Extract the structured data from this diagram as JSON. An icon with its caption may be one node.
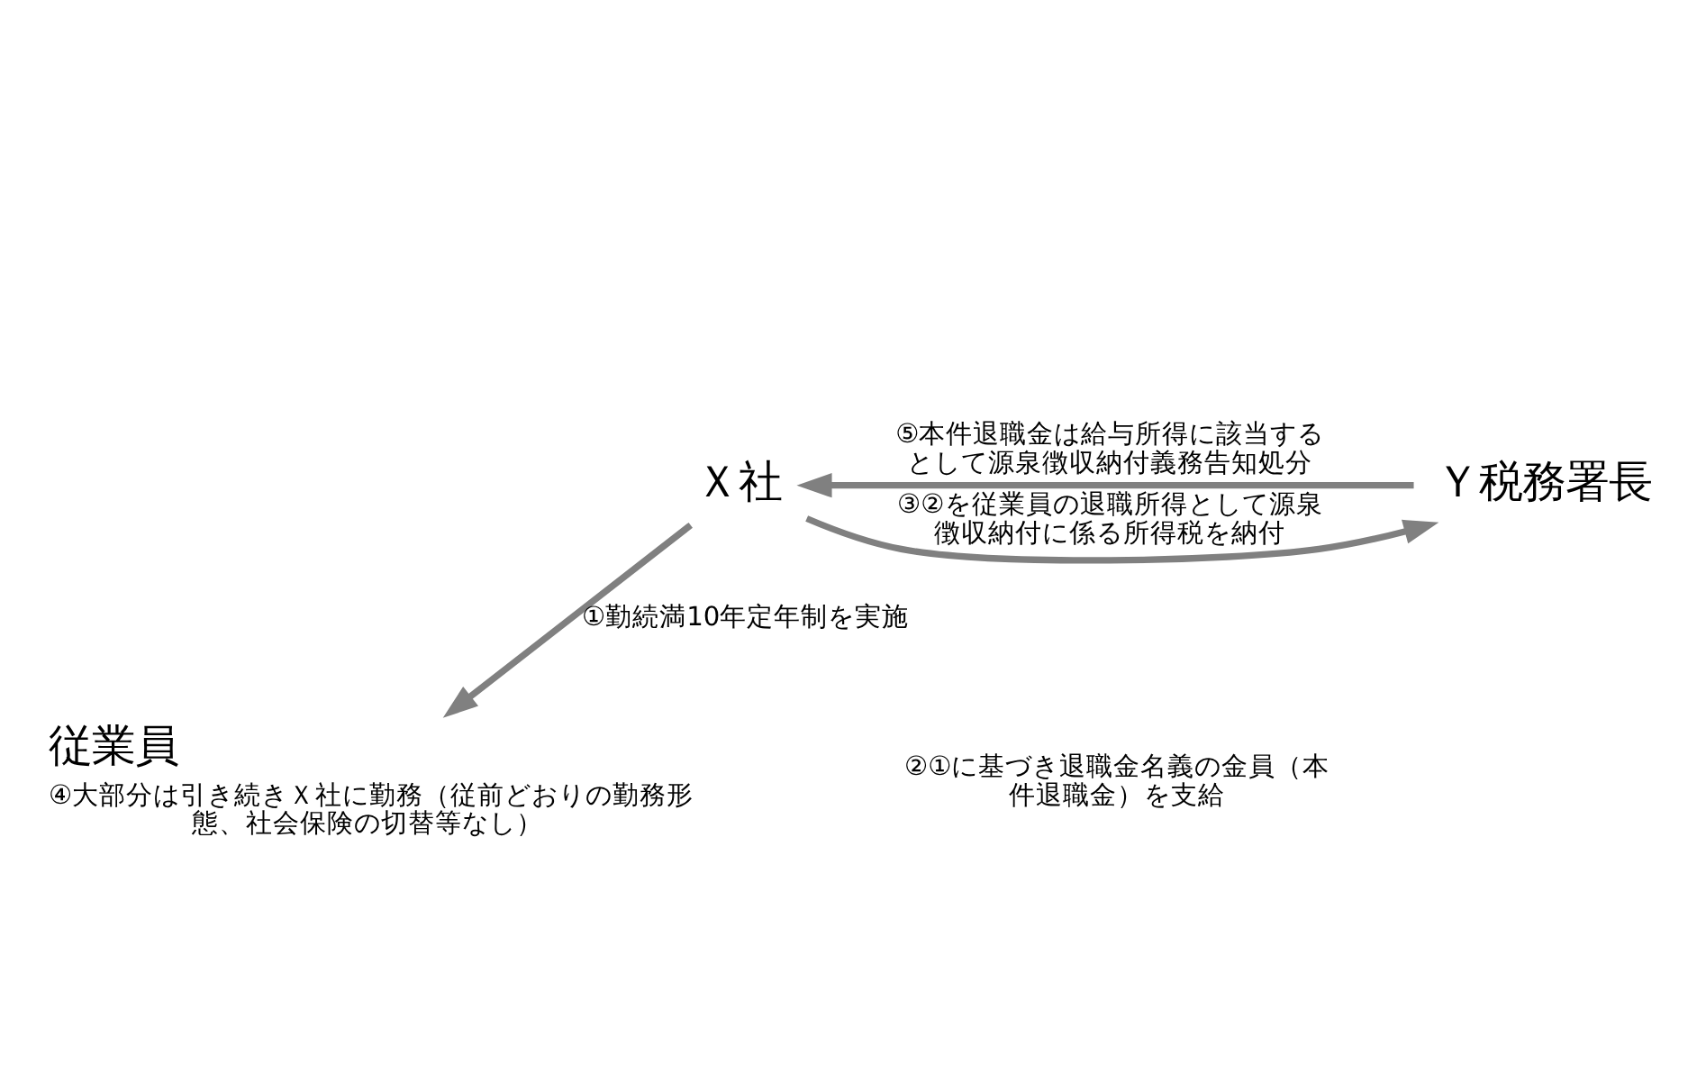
{
  "diagram": {
    "nodes": [
      {
        "text": [
          "Ｘ社"
        ]
      },
      {
        "text": [
          "Ｙ税務署長"
        ]
      },
      {
        "text": [
          "従業員"
        ],
        "beside": [
          "④大部分は引き続きＸ社に勤務（従前どおりの勤務形態、社会保険の切替等なし）"
        ]
      }
    ],
    "edges": [
      {
        "from": 0,
        "to": 1,
        "arrow": "to",
        "label": "③②を従業員の退職所得として源泉徴収納付に係る所得税を納付"
      },
      {
        "from": 1,
        "to": 0,
        "arrow": "to",
        "label": "⑤本件退職金は給与所得に該当するとして源泉徴収納付義務告知処分"
      },
      {
        "from": 0,
        "to": 2,
        "arrow": "to",
        "label": "①勤続満10年定年制を実施"
      }
    ],
    "labels": [
      "②①に基づき退職金名義の金員（本件退職金）を支給"
    ]
  }
}
